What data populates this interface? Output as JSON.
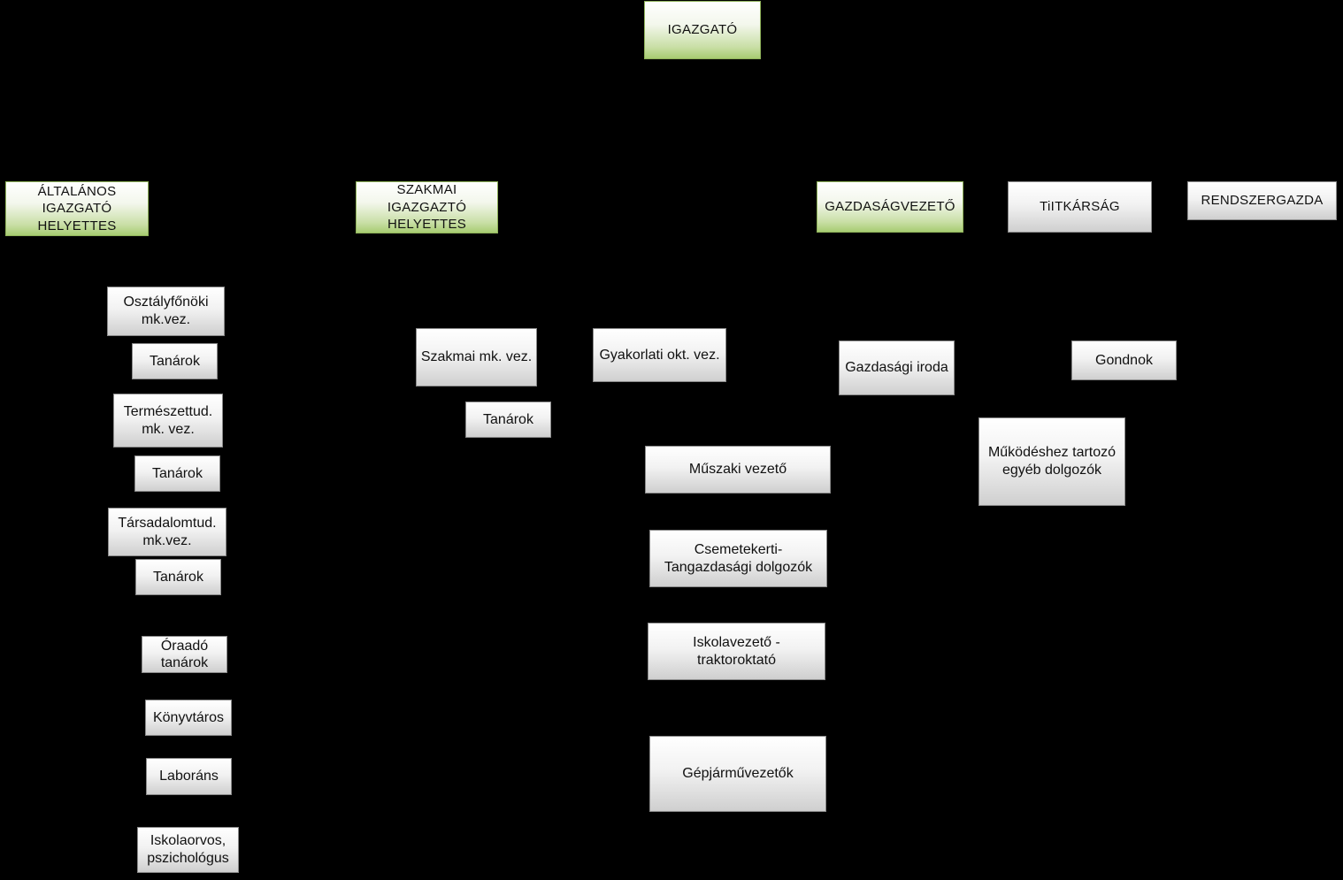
{
  "chart": {
    "igazgato": "IGAZGATÓ",
    "altalanos_helyettes": "ÁLTALÁNOS\nIGAZGATÓ\nHELYETTES",
    "szakmai_helyettes": "SZAKMAI\nIGAZGAZTÓ\nHELYETTES",
    "gazdasagvezeto": "GAZDASÁGVEZETŐ",
    "titkarsag": "TiITKÁRSÁG",
    "rendszergazda": "RENDSZERGAZDA",
    "osztalyfonoki": "Osztályfőnöki\nmk.vez.",
    "tanarok_1": "Tanárok",
    "termeszettud": "Természettud.\nmk. vez.",
    "tanarok_2": "Tanárok",
    "tarsadalomtud": "Társadalomtud.\nmk.vez.",
    "tanarok_3": "Tanárok",
    "oraado_tanarok": "Óraadó\ntanárok",
    "konyvtaros": "Könyvtáros",
    "laborans": "Laboráns",
    "iskolaorvos": "Iskolaorvos,\npszichológus",
    "szakmai_mk_vez": "Szakmai mk. vez.",
    "tanarok_4": "Tanárok",
    "gyakorlati_okt_vez": "Gyakorlati okt. vez.",
    "muszaki_vezeto": "Műszaki vezető",
    "csemetekerti": "Csemetekerti-\nTangazdasági dolgozók",
    "iskolavezeto": "Iskolavezető -\ntraktoroktató",
    "gepjarmuvezetok": "Gépjárművezetők",
    "gazdasagi_iroda": "Gazdasági iroda",
    "gondnok": "Gondnok",
    "mukodeshez": "Működéshez tartozó\negyéb dolgozók"
  },
  "colors": {
    "background": "#000000",
    "box_gray_top": "#ffffff",
    "box_gray_bottom": "#cfcfcf",
    "box_green_bottom": "#a7cc72",
    "text": "#111111"
  }
}
